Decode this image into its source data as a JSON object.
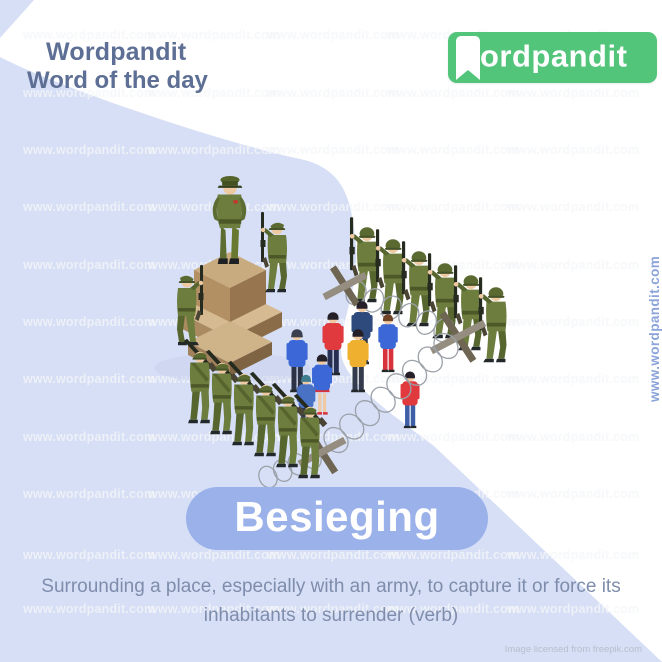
{
  "header": {
    "brand": "Wordpandit",
    "subtitle": "Word of the day"
  },
  "logo": {
    "name": "Wordpandit",
    "text_after_mark": "ordpandit",
    "bg_color": "#53c57b"
  },
  "watermark": {
    "tile_text": "www.wordpandit.com",
    "vertical_text": "www.wordpandit.com"
  },
  "word": {
    "title": "Besieging",
    "definition_lines": [
      "Surrounding a place, especially with an army, to capture it or force its",
      "inhabitants  to surrender (verb)"
    ]
  },
  "credit": {
    "text": "Image licensed from freepik.com"
  },
  "colors": {
    "background_blue": "#d6dff5",
    "pill_blue": "#9bb1ea",
    "header_text": "#5d6f94",
    "definition_text": "#7f8dac",
    "logo_green": "#53c57b",
    "vertical_watermark": "#8ba3d9",
    "credit_text": "#b7c0cd",
    "uniform": "#6d7d3e",
    "uniform_dark": "#57662f",
    "uniform_belt": "#4c5827",
    "helmet": "#5a6a31",
    "helmet_dark": "#47542a",
    "skin": "#eec9a1",
    "boot": "#23282b",
    "rifle": "#262b20",
    "wire": "#9ba1a9",
    "cross_light": "#958d7f",
    "cross_dark": "#6e6553",
    "pedestal_top": "#c9ab80",
    "pedestal_left": "#b29064",
    "pedestal_right": "#96754f",
    "civ_red": "#e03a3f",
    "civ_blue": "#3c68d7",
    "civ_yellow": "#eeb02e",
    "civ_navy": "#2e4a7c",
    "civ_dark": "#333b4d",
    "civ_jeans": "#3e5fa8",
    "civ_skirt": "#d8323c",
    "civ_teal": "#3f7d8e",
    "hair_black": "#241f28",
    "hair_brown": "#6e4326",
    "hair_beanie": "#3a4050"
  }
}
